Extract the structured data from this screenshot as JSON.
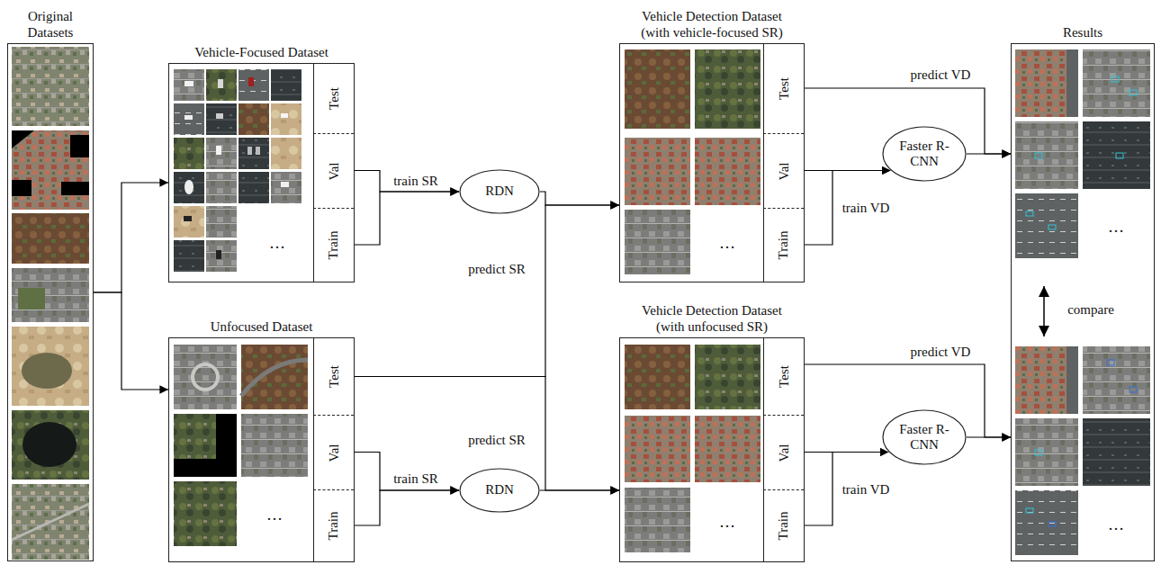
{
  "diagram": {
    "nodes": [
      {
        "text": [
          "Original Datasets"
        ]
      },
      {
        "text": [
          "Vehicle-Focused Dataset"
        ]
      },
      {
        "text": [
          "Test"
        ],
        "in": 1
      },
      {
        "text": [
          "Val"
        ],
        "in": 1
      },
      {
        "text": [
          "Train"
        ],
        "in": 1
      },
      {
        "text": [
          "Unfocused Dataset"
        ]
      },
      {
        "text": [
          "Test"
        ],
        "in": 5
      },
      {
        "text": [
          "Val"
        ],
        "in": 5
      },
      {
        "text": [
          "Train"
        ],
        "in": 5
      },
      {
        "text": [
          "RDN"
        ]
      },
      {
        "text": [
          "RDN"
        ]
      },
      {
        "text": [
          "Vehicle Detection Dataset (with vehicle-focused SR)"
        ]
      },
      {
        "text": [
          "Test"
        ],
        "in": 11
      },
      {
        "text": [
          "Val"
        ],
        "in": 11
      },
      {
        "text": [
          "Train"
        ],
        "in": 11
      },
      {
        "text": [
          "Vehicle Detection Dataset (with unfocused SR)"
        ]
      },
      {
        "text": [
          "Test"
        ],
        "in": 15
      },
      {
        "text": [
          "Val"
        ],
        "in": 15
      },
      {
        "text": [
          "Train"
        ],
        "in": 15
      },
      {
        "text": [
          "Faster R-CNN"
        ]
      },
      {
        "text": [
          "Faster R-CNN"
        ]
      },
      {
        "text": [
          "Results"
        ]
      }
    ],
    "edges": [
      {
        "from": 0,
        "to": 1,
        "arrow": "to"
      },
      {
        "from": 0,
        "to": 5,
        "arrow": "to"
      },
      {
        "from": 3,
        "to": 9,
        "label": "train SR",
        "arrow": "to"
      },
      {
        "from": 4,
        "to": 9,
        "arrow": "to"
      },
      {
        "from": 9,
        "to": 11,
        "arrow": "to"
      },
      {
        "from": 6,
        "to": 11,
        "label": "predict SR",
        "arrow": "to"
      },
      {
        "from": 6,
        "to": 15,
        "label": "predict SR",
        "arrow": "to"
      },
      {
        "from": 10,
        "to": 15,
        "arrow": "to"
      },
      {
        "from": 7,
        "to": 10,
        "label": "train SR",
        "arrow": "to"
      },
      {
        "from": 8,
        "to": 10,
        "arrow": "to"
      },
      {
        "from": 13,
        "to": 19,
        "label": "train VD",
        "arrow": "to"
      },
      {
        "from": 14,
        "to": 19,
        "arrow": "to"
      },
      {
        "from": 12,
        "to": 21,
        "label": "predict VD",
        "arrow": "to"
      },
      {
        "from": 19,
        "to": 21,
        "arrow": "to"
      },
      {
        "from": 16,
        "to": 21,
        "label": "predict VD",
        "arrow": "to"
      },
      {
        "from": 20,
        "to": 21,
        "arrow": "to"
      },
      {
        "from": 17,
        "to": 20,
        "label": "train VD",
        "arrow": "to"
      },
      {
        "from": 18,
        "to": 20,
        "arrow": "to"
      }
    ],
    "labels": [
      "…",
      "…",
      "…",
      "…",
      "compare",
      "…",
      "…"
    ]
  }
}
